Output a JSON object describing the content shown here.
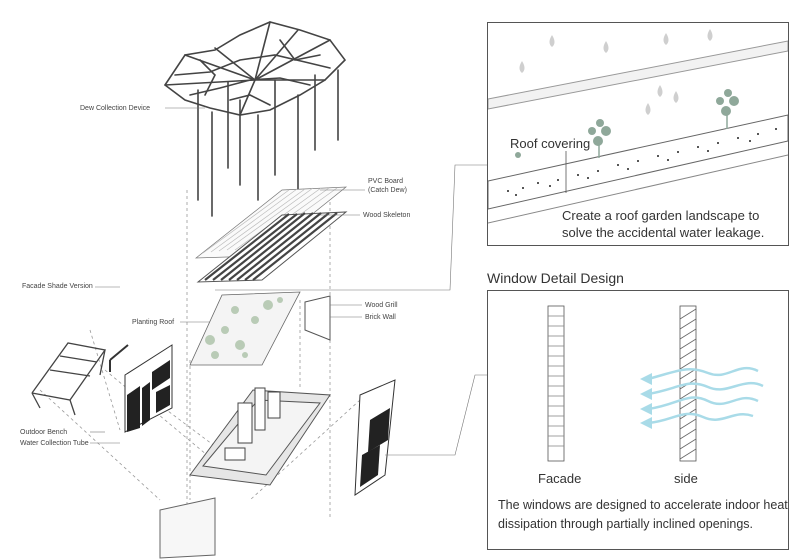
{
  "labels": {
    "dew": "Dew Collection Device",
    "pvc": "PVC Board\n(Catch Dew)",
    "wood_skeleton": "Wood Skeleton",
    "facade_shade": "Facade Shade Version",
    "planting_roof": "Planting Roof",
    "wood_grill": "Wood Grill",
    "brick_wall": "Brick Wall",
    "outdoor_bench": "Outdoor Bench",
    "water_tube": "Water Collection Tube"
  },
  "roof_panel": {
    "roof_covering": "Roof covering",
    "caption_line1": "Create a roof garden landscape to",
    "caption_line2": "solve the accidental water leakage."
  },
  "window_panel": {
    "title": "Window Detail Design",
    "facade": "Facade",
    "side": "side",
    "caption_line1": "The windows are designed to accelerate indoor heat",
    "caption_line2": "dissipation through partially inclined openings."
  },
  "colors": {
    "line": "#555555",
    "plant": "#8fa89a",
    "drop": "#cfcfcf",
    "airflow": "#a9dbe8"
  }
}
